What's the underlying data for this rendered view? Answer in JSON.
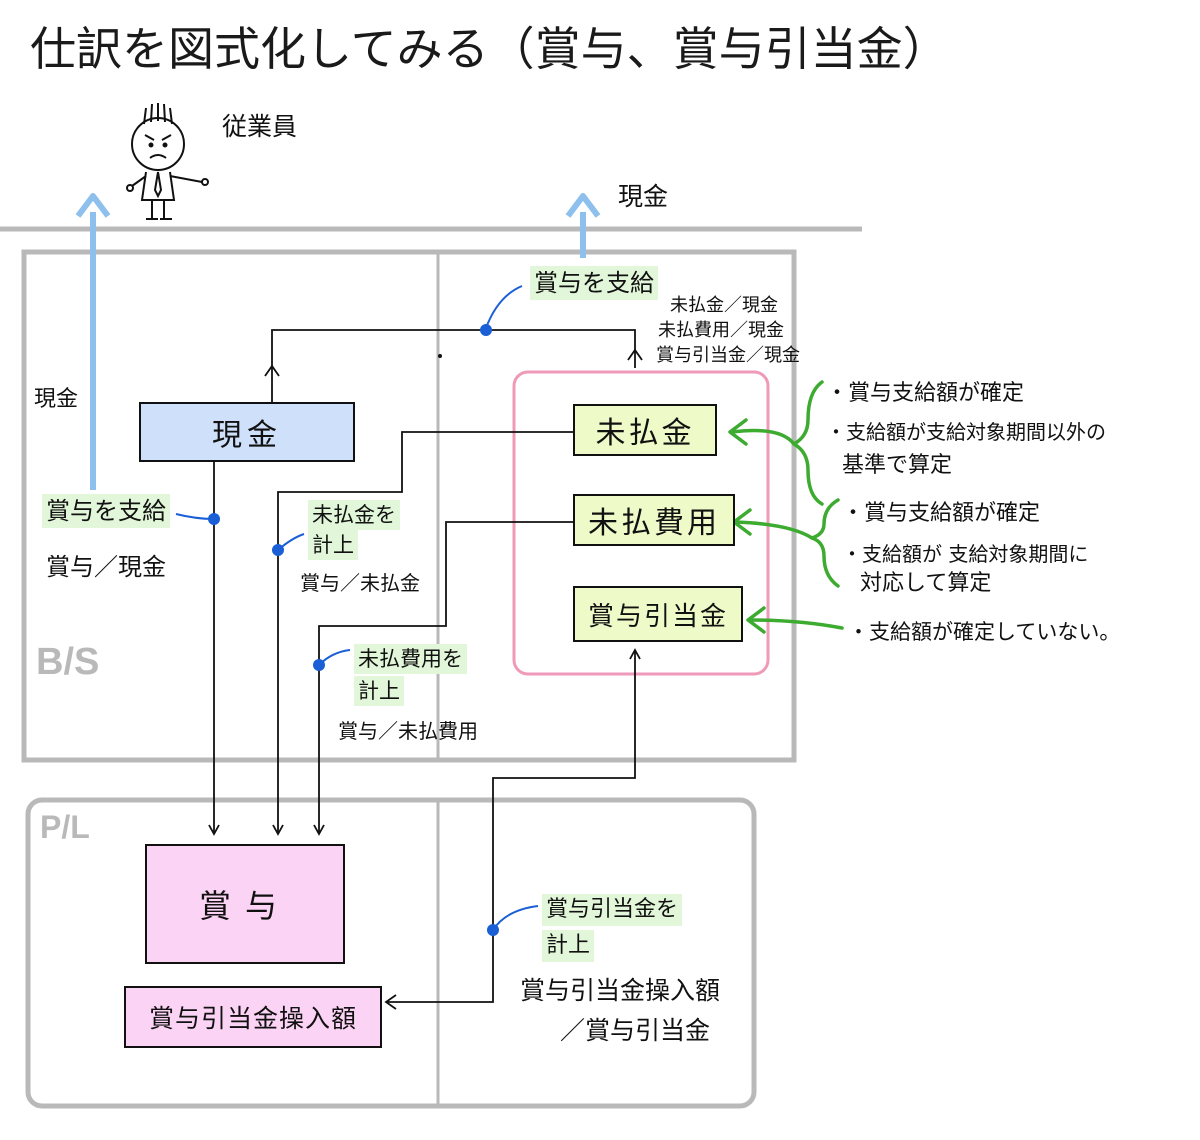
{
  "title": "仕訳を図式化してみる（賞与、賞与引当金）",
  "labels": {
    "employee": "従業員",
    "cash_top": "現金",
    "cash_left": "現金",
    "bs": "B/S",
    "pl": "P/L"
  },
  "accounts": {
    "cash": "現金",
    "accrued": "未払金",
    "accrued_expense": "未払費用",
    "allowance": "賞与引当金",
    "bonus": "賞与",
    "allowance_provision": "賞与引当金操入額"
  },
  "annotations": {
    "pay_bonus_top": "賞与を支給",
    "pay_entries_top": [
      "未払金／現金",
      "未払費用／現金",
      "賞与引当金／現金"
    ],
    "pay_bonus_left": "賞与を支給",
    "pay_entry_left": "賞与／現金",
    "accrued_heading": [
      "未払金を",
      "計上"
    ],
    "accrued_entry": "賞与／未払金",
    "accrued_expense_heading": [
      "未払費用を",
      "計上"
    ],
    "accrued_expense_entry": "賞与／未払費用",
    "allowance_heading": [
      "賞与引当金を",
      "計上"
    ],
    "allowance_entry": [
      "賞与引当金操入額",
      "／賞与引当金"
    ]
  },
  "notes": {
    "accrued": [
      "・賞与支給額が確定",
      "・支給額が支給対象期間以外の",
      "基準で算定"
    ],
    "accrued_expense": [
      "・賞与支給額が確定",
      "・支給額が 支給対象期間に",
      "対応して算定"
    ],
    "allowance": [
      "・支給額が確定していない。"
    ]
  },
  "colors": {
    "cash_box": "#cfe0fb",
    "liability_box": "#eefac8",
    "pl_box": "#fbd3f4",
    "highlight": "#e2f6d9",
    "liability_group": "#ee9ab8",
    "blue_arrow": "#8ec0ee",
    "green_arrow": "#3cab2f",
    "dot": "#1a5fd6",
    "grid": "#b9b9b9"
  }
}
